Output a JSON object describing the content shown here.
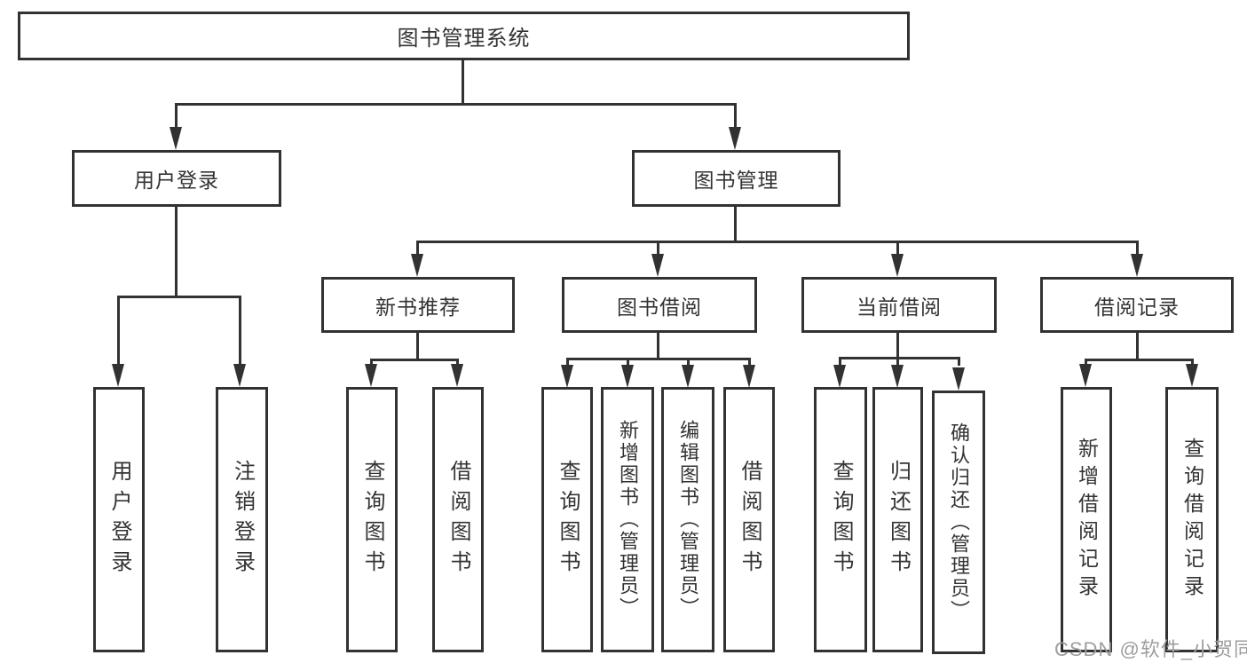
{
  "diagram_title": "图书管理系统",
  "tree": {
    "root": {
      "label": "图书管理系统"
    },
    "level2": [
      {
        "label": "用户登录",
        "children": [
          {
            "label": "用户登录"
          },
          {
            "label": "注销登录"
          }
        ]
      },
      {
        "label": "图书管理",
        "children": [
          {
            "label": "新书推荐",
            "children": [
              {
                "label": "查询图书"
              },
              {
                "label": "借阅图书"
              }
            ]
          },
          {
            "label": "图书借阅",
            "children": [
              {
                "label": "查询图书"
              },
              {
                "label": "新增图书（管理员）"
              },
              {
                "label": "编辑图书（管理员）"
              },
              {
                "label": "借阅图书"
              }
            ]
          },
          {
            "label": "当前借阅",
            "children": [
              {
                "label": "查询图书"
              },
              {
                "label": "归还图书"
              },
              {
                "label": "确认归还（管理员）"
              }
            ]
          },
          {
            "label": "借阅记录",
            "children": [
              {
                "label": "新增借阅记录"
              },
              {
                "label": "查询借阅记录"
              }
            ]
          }
        ]
      }
    ]
  },
  "watermark": {
    "text": "CSDN @软件_小贺同学"
  },
  "colors": {
    "line": "#323232",
    "text": "#333333",
    "watermark": "#9e9e9e",
    "background": "#ffffff"
  }
}
